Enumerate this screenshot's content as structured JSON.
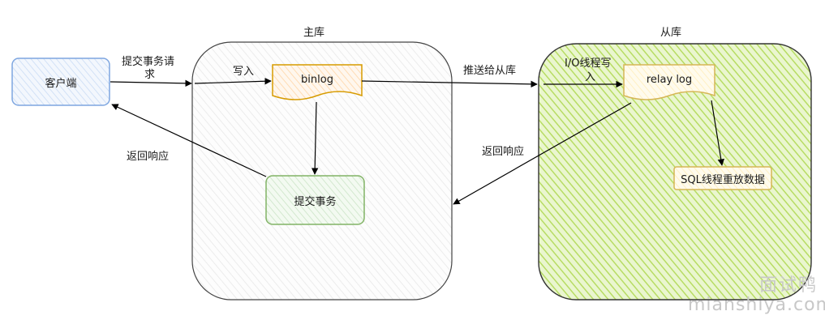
{
  "groups": {
    "master_title": "主库",
    "slave_title": "从库"
  },
  "nodes": {
    "client": "客户端",
    "binlog": "binlog",
    "commit": "提交事务",
    "relay_log": "relay log",
    "sql_replay": "SQL线程重放数据"
  },
  "edges": {
    "submit_request_line1": "提交事务请",
    "submit_request_line2": "求",
    "write": "写入",
    "push_to_slave": "推送给从库",
    "io_write_line1": "I/O线程写",
    "io_write_line2": "入",
    "return_response_slave": "返回响应",
    "return_response_client": "返回响应"
  },
  "watermark": {
    "line1": "面试鸭",
    "line2": "mianshiya.com"
  },
  "colors": {
    "client_stroke": "#7ea6e0",
    "client_fill": "#dae8fc",
    "binlog_stroke": "#d79b00",
    "binlog_fill": "#ffe6cc",
    "commit_stroke": "#82b366",
    "commit_fill": "#d5e8d4",
    "relay_stroke": "#d6b656",
    "relay_fill": "#fff2cc",
    "slave_fill": "#cdeb8b",
    "master_fill": "#f5f5f5"
  }
}
